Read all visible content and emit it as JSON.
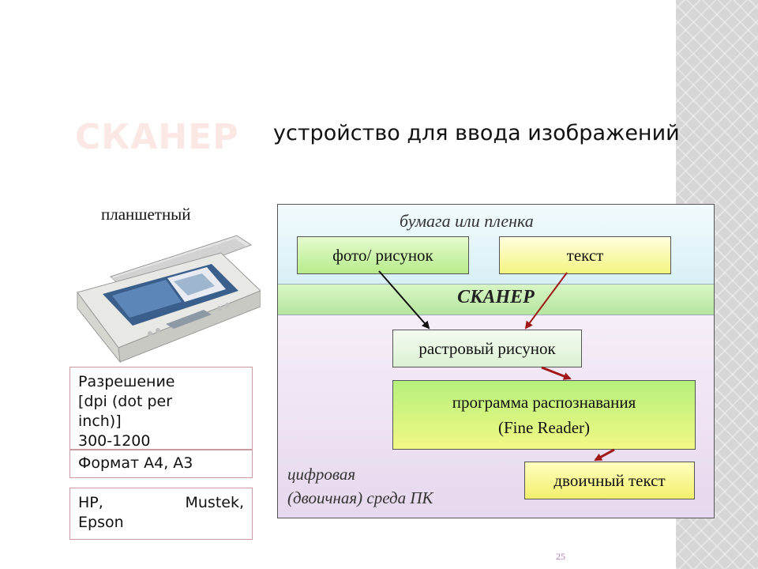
{
  "slide": {
    "title": "СКАНЕР",
    "subtitle": "устройство для ввода изображений",
    "page_number": "25"
  },
  "left": {
    "scanner_type": "планшетный",
    "resolution_lines": [
      "Разрешение",
      "[dpi (dot per",
      "inch)]",
      "300-1200"
    ],
    "format": "Формат А4, А3",
    "brands": [
      "HP,",
      "Mustek,"
    ],
    "brands_line2": "Epson"
  },
  "diagram": {
    "zone_paper_label": "бумага или пленка",
    "photo_box": "фото/ рисунок",
    "text_box": "текст",
    "scanner_label": "СКАНЕР",
    "raster_box": "растровый рисунок",
    "program_line1": "программа распознавания",
    "program_line2": "(Fine Reader)",
    "binary_box": "двоичный текст",
    "digital_line1": "цифровая",
    "digital_line2": "(двоичная) среда ПК"
  },
  "colors": {
    "title": "#fbe7e3",
    "arrow_black": "#111111",
    "arrow_red": "#a01818",
    "box_border": "#c99aa2"
  },
  "icons": {
    "scanner": "flatbed-scanner-illustration"
  }
}
